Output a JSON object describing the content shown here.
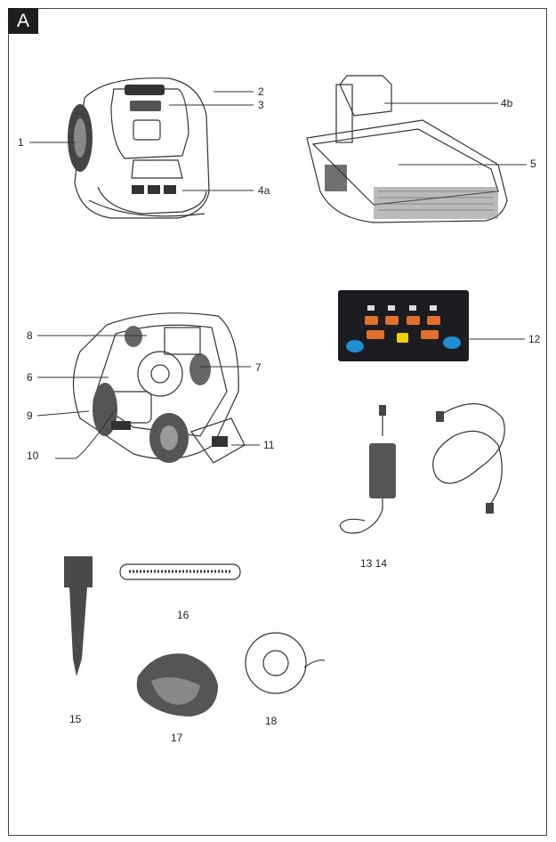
{
  "section": "A",
  "colors": {
    "panel_bg": "#1b1b22",
    "key_orange": "#e0702c",
    "key_blue": "#1e8fd0",
    "key_yellow": "#f0d000"
  },
  "labels": {
    "l1": "1",
    "l2": "2",
    "l3": "3",
    "l4a": "4a",
    "l4b": "4b",
    "l5": "5",
    "l6": "6",
    "l7": "7",
    "l8": "8",
    "l9": "9",
    "l10": "10",
    "l11": "11",
    "l12": "12",
    "l13_14": "13 14",
    "l15": "15",
    "l16": "16",
    "l17": "17",
    "l18": "18"
  }
}
